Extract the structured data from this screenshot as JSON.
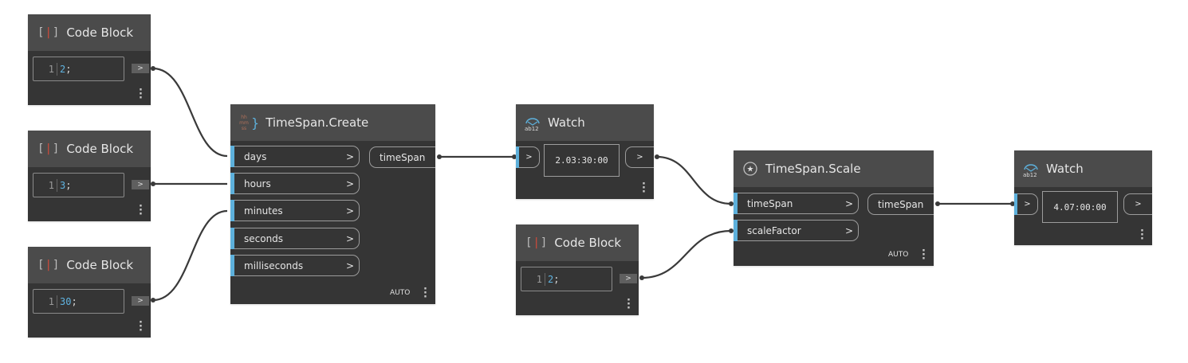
{
  "code_blocks": [
    {
      "title": "Code Block",
      "line": "1",
      "value": "2",
      "semi": ";",
      "out": ">"
    },
    {
      "title": "Code Block",
      "line": "1",
      "value": "3",
      "semi": ";",
      "out": ">"
    },
    {
      "title": "Code Block",
      "line": "1",
      "value": "30",
      "semi": ";",
      "out": ">"
    },
    {
      "title": "Code Block",
      "line": "1",
      "value": "2",
      "semi": ";",
      "out": ">"
    }
  ],
  "create": {
    "title": "TimeSpan.Create",
    "icon_text": [
      "hh",
      "mm",
      "ss"
    ],
    "inputs": [
      {
        "label": "days",
        "arrow": ">"
      },
      {
        "label": "hours",
        "arrow": ">"
      },
      {
        "label": "minutes",
        "arrow": ">"
      },
      {
        "label": "seconds",
        "arrow": ">"
      },
      {
        "label": "milliseconds",
        "arrow": ">"
      }
    ],
    "output": "timeSpan",
    "lacing": "AUTO"
  },
  "watch1": {
    "title": "Watch",
    "in": ">",
    "out": ">",
    "value": "2.03:30:00",
    "icon_text": "ab12"
  },
  "scale": {
    "title": "TimeSpan.Scale",
    "inputs": [
      {
        "label": "timeSpan",
        "arrow": ">"
      },
      {
        "label": "scaleFactor",
        "arrow": ">"
      }
    ],
    "output": "timeSpan",
    "lacing": "AUTO"
  },
  "watch2": {
    "title": "Watch",
    "in": ">",
    "out": ">",
    "value": "4.07:00:00",
    "icon_text": "ab12"
  },
  "colors": {
    "port_accent": "#5db0db",
    "wire": "#3a3a3a",
    "header": "#4b4b4b",
    "body": "#353535"
  }
}
